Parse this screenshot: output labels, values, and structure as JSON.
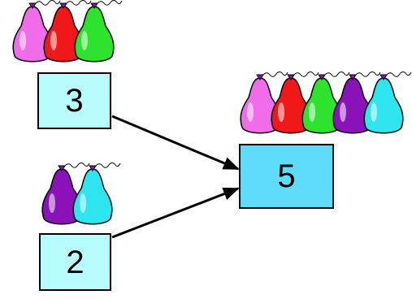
{
  "colors": {
    "box_fill_addends": "#b8fdfd",
    "box_fill_sum": "#5fdcfc",
    "arrow": "#000000",
    "balloon_pink": "#f06ce8",
    "balloon_red": "#f01818",
    "balloon_green": "#2ee32e",
    "balloon_purple": "#8a12b8",
    "balloon_cyan": "#2ee4ee"
  },
  "addend_a": {
    "value": "3",
    "balloons": [
      "balloon-pink",
      "balloon-red",
      "balloon-green"
    ]
  },
  "addend_b": {
    "value": "2",
    "balloons": [
      "balloon-purple",
      "balloon-cyan"
    ]
  },
  "sum": {
    "value": "5",
    "balloons": [
      "balloon-pink",
      "balloon-red",
      "balloon-green",
      "balloon-purple",
      "balloon-cyan"
    ]
  }
}
